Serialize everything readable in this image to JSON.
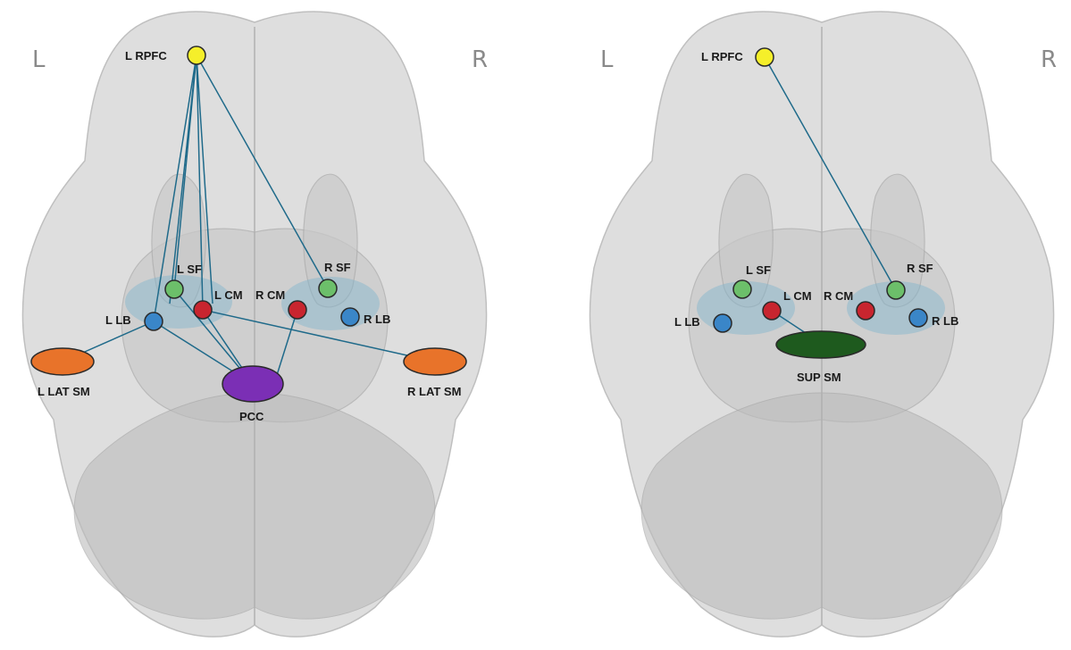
{
  "panels": [
    {
      "hemi_left": "L",
      "hemi_right": "R",
      "nodes": {
        "l_rpfc": "L RPFC",
        "l_sf": "L SF",
        "l_cm": "L CM",
        "r_cm": "R CM",
        "r_sf": "R SF",
        "l_lb": "L LB",
        "r_lb": "R LB",
        "l_lat_sm": "L LAT SM",
        "r_lat_sm": "R LAT SM",
        "pcc": "PCC"
      }
    },
    {
      "hemi_left": "L",
      "hemi_right": "R",
      "nodes": {
        "l_rpfc": "L RPFC",
        "l_sf": "L SF",
        "l_cm": "L CM",
        "r_cm": "R CM",
        "r_sf": "R SF",
        "l_lb": "L LB",
        "r_lb": "R LB",
        "sup_sm": "SUP SM"
      }
    }
  ],
  "colors": {
    "rpfc": "#f5ef2a",
    "sf": "#6cbf6a",
    "cm": "#c8252f",
    "lb": "#3a86c8",
    "lat_sm": "#e8732a",
    "pcc": "#7b2fb5",
    "sup_sm": "#1e5a1e",
    "connection": "#1f6a8a"
  }
}
